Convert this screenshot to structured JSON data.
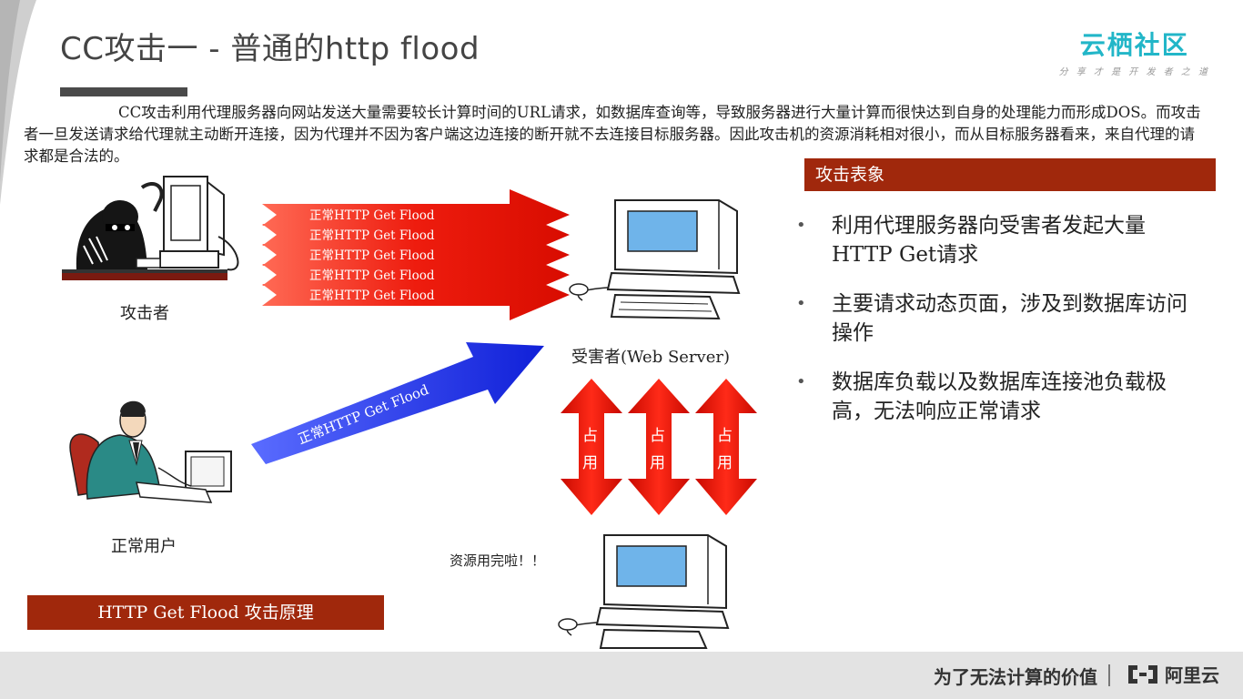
{
  "header": {
    "title": "CC攻击一 - 普通的http flood",
    "brand": "云栖社区",
    "slogan": "分 享 才 是 开 发 者 之 道"
  },
  "intro": {
    "text": "CC攻击利用代理服务器向网站发送大量需要较长计算时间的URL请求，如数据库查询等，导致服务器进行大量计算而很快达到自身的处理能力而形成DOS。而攻击者一旦发送请求给代理就主动断开连接，因为代理并不因为客户端这边连接的断开就不去连接目标服务器。因此攻击机的资源消耗相对很小，而从目标服务器看来，来自代理的请求都是合法的。"
  },
  "diagram": {
    "attack_arrows": [
      "正常HTTP Get Flood",
      "正常HTTP Get Flood",
      "正常HTTP Get Flood",
      "正常HTTP Get Flood",
      "正常HTTP Get Flood"
    ],
    "normal_arrow": "正常HTTP Get Flood",
    "attacker_label": "攻击者",
    "victim_label": "受害者(Web Server)",
    "user_label": "正常用户",
    "occupy_labels": [
      "占用",
      "占用",
      "占用"
    ],
    "exhausted_label": "资源用完啦！！",
    "caption": "HTTP Get Flood 攻击原理",
    "colors": {
      "attack": "#e8160a",
      "normal": "#1a2ee0",
      "accent": "#a0280c"
    }
  },
  "panel": {
    "heading": "攻击表象",
    "bullets": [
      "利用代理服务器向受害者发起大量HTTP Get请求",
      "主要请求动态页面，涉及到数据库访问操作",
      "数据库负载以及数据库连接池负载极高，无法响应正常请求"
    ]
  },
  "footer": {
    "tagline": "为了无法计算的价值",
    "company": "阿里云",
    "logo_icon": "aliyun-logo-icon"
  }
}
